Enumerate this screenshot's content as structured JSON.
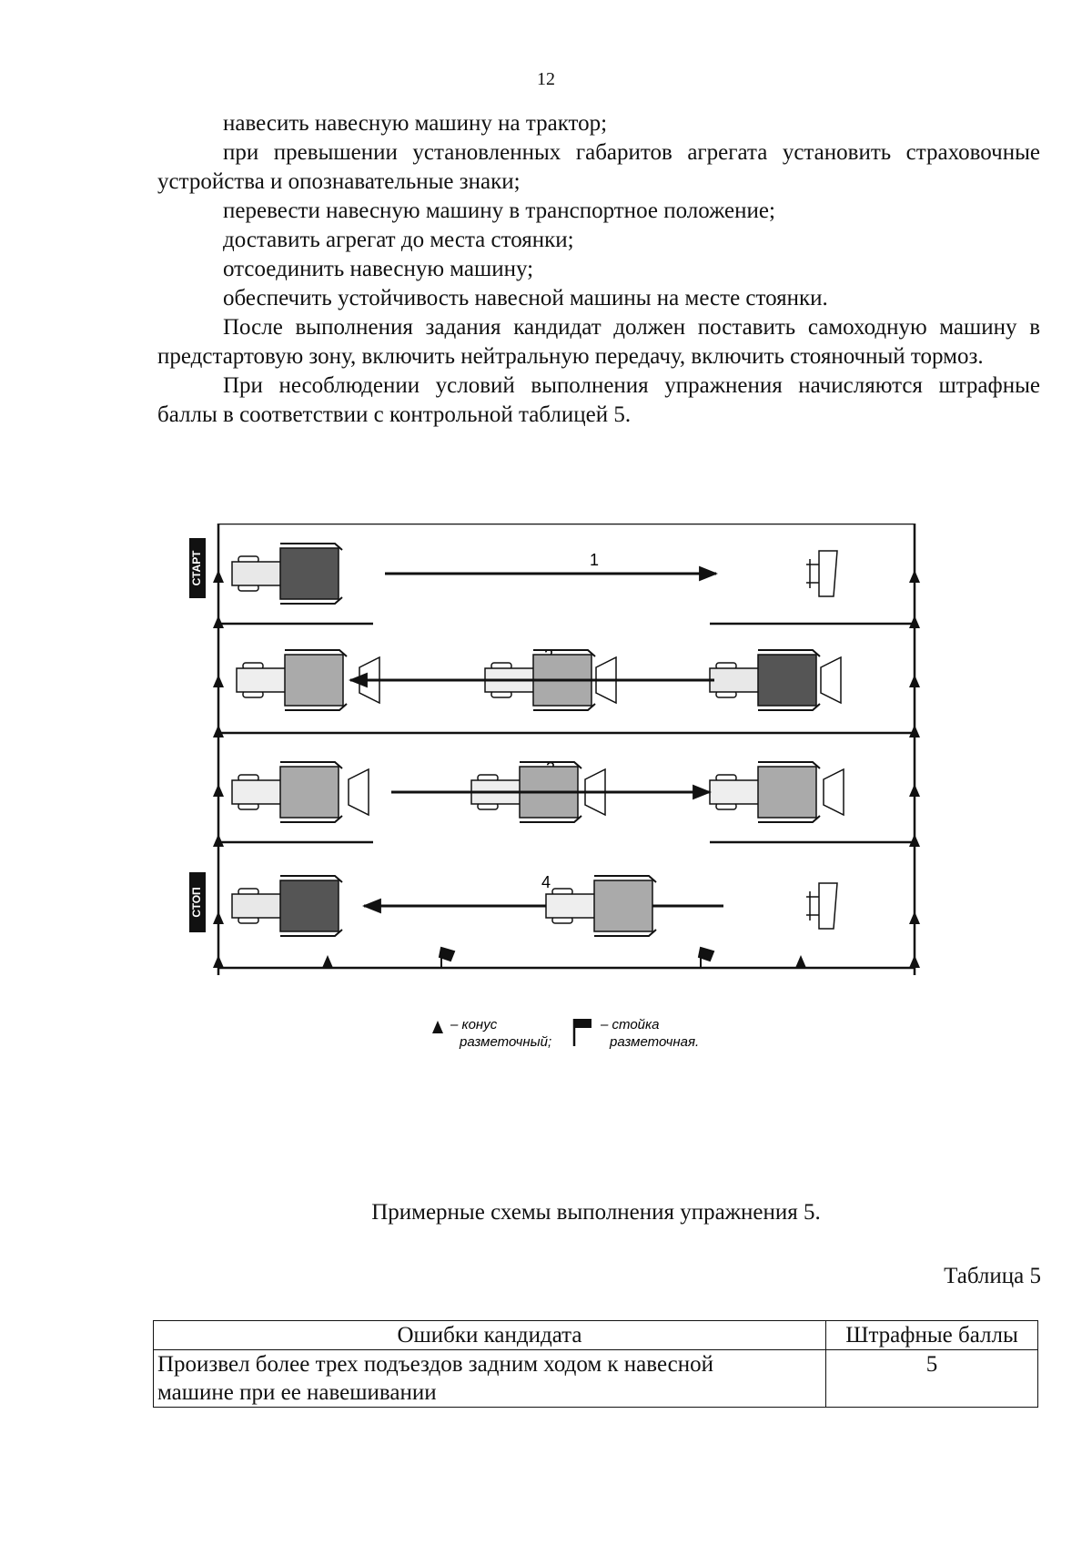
{
  "page_number": "12",
  "paragraphs": [
    "навесить навесную машину на трактор;",
    "при превышении установленных габаритов агрегата установить страховочные устройства и опознавательные знаки;",
    "перевести навесную машину в транспортное положение;",
    "доставить агрегат до места стоянки;",
    "отсоединить навесную машину;",
    "обеспечить устойчивость навесной машины на месте стоянки.",
    "После выполнения задания кандидат должен поставить самоходную машину в предстартовую зону, включить нейтральную передачу, включить стояночный тормоз.",
    "При несоблюдении условий выполнения упражнения начисляются штрафные баллы в соответствии с контрольной таблицей 5."
  ],
  "diagram": {
    "start_label": "СТАРТ",
    "stop_label": "СТОП",
    "lane_numbers": [
      "1",
      "2",
      "3",
      "4"
    ],
    "legend": {
      "cone_line1": "– конус",
      "cone_line2": "разметочный;",
      "post_line1": "– стойка",
      "post_line2": "разметочная."
    },
    "icons": [
      "cone-icon",
      "flag-post-icon",
      "tractor-icon",
      "implement-icon",
      "arrow-icon"
    ]
  },
  "caption": "Примерные схемы выполнения упражнения 5.",
  "table_label": "Таблица 5",
  "table": {
    "headers": [
      "Ошибки кандидата",
      "Штрафные баллы"
    ],
    "rows": [
      {
        "error_line1": "Произвел более трех подъездов задним ходом к навесной",
        "error_line2": "машине при ее навешивании",
        "points": "5"
      }
    ]
  },
  "colors": {
    "ink": "#111111",
    "tractor_cab_dark": "#555555",
    "tractor_cab_light": "#aaaaaa",
    "tractor_body": "#e8e8e8"
  }
}
